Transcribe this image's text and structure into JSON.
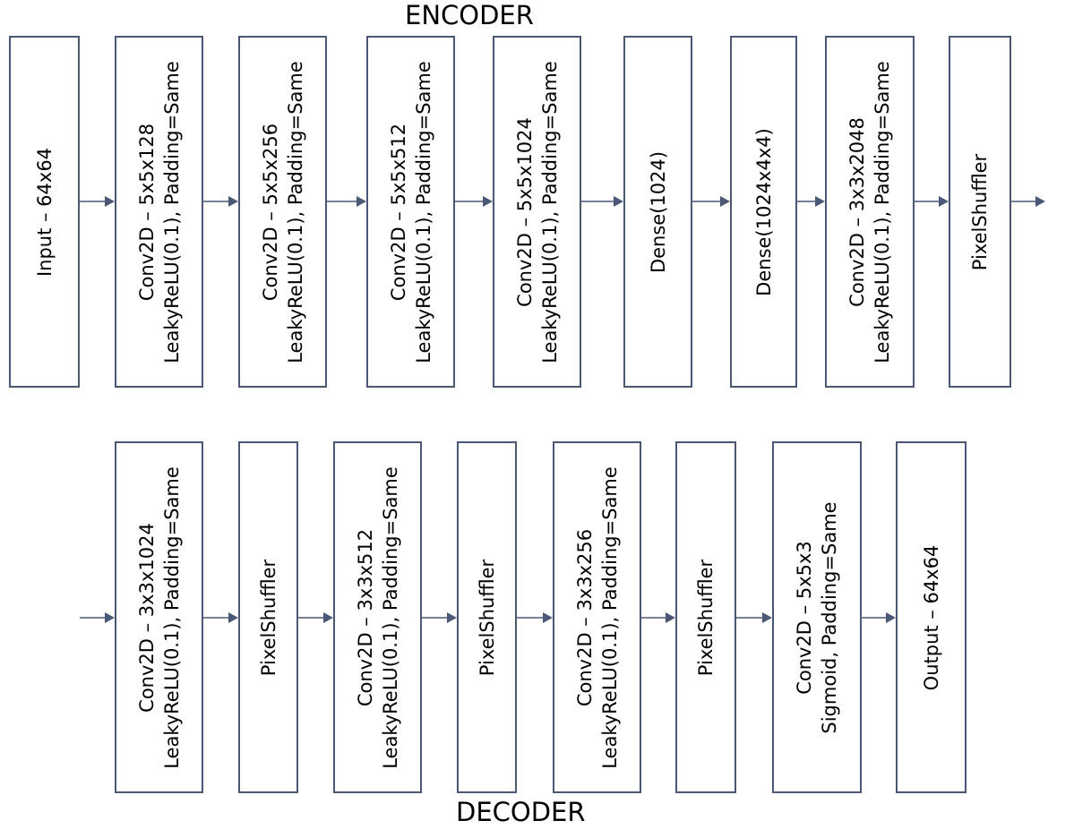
{
  "encoder": {
    "title": "ENCODER",
    "nodes": [
      {
        "lines": [
          "Input – 64x64"
        ]
      },
      {
        "lines": [
          "Conv2D – 5x5x128",
          "LeakyReLU(0.1), Padding=Same"
        ]
      },
      {
        "lines": [
          "Conv2D – 5x5x256",
          "LeakyReLU(0.1), Padding=Same"
        ]
      },
      {
        "lines": [
          "Conv2D – 5x5x512",
          "LeakyReLU(0.1), Padding=Same"
        ]
      },
      {
        "lines": [
          "Conv2D – 5x5x1024",
          "LeakyReLU(0.1), Padding=Same"
        ]
      },
      {
        "lines": [
          "Dense(1024)"
        ]
      },
      {
        "lines": [
          "Dense(1024x4x4)"
        ]
      },
      {
        "lines": [
          "Conv2D – 3x3x2048",
          "LeakyReLU(0.1), Padding=Same"
        ]
      },
      {
        "lines": [
          "PixelShuffler"
        ]
      }
    ]
  },
  "decoder": {
    "title": "DECODER",
    "nodes": [
      {
        "lines": [
          "Conv2D – 3x3x1024",
          "LeakyReLU(0.1), Padding=Same"
        ]
      },
      {
        "lines": [
          "PixelShuffler"
        ]
      },
      {
        "lines": [
          "Conv2D – 3x3x512",
          "LeakyReLU(0.1), Padding=Same"
        ]
      },
      {
        "lines": [
          "PixelShuffler"
        ]
      },
      {
        "lines": [
          "Conv2D – 3x3x256",
          "LeakyReLU(0.1), Padding=Same"
        ]
      },
      {
        "lines": [
          "PixelShuffler"
        ]
      },
      {
        "lines": [
          "Conv2D – 5x5x3",
          "Sigmoid, Padding=Same"
        ]
      },
      {
        "lines": [
          "Output – 64x64"
        ]
      }
    ]
  },
  "colors": {
    "box_border": "#4a5876",
    "arrow": "#4a5876",
    "text": "#000000"
  }
}
